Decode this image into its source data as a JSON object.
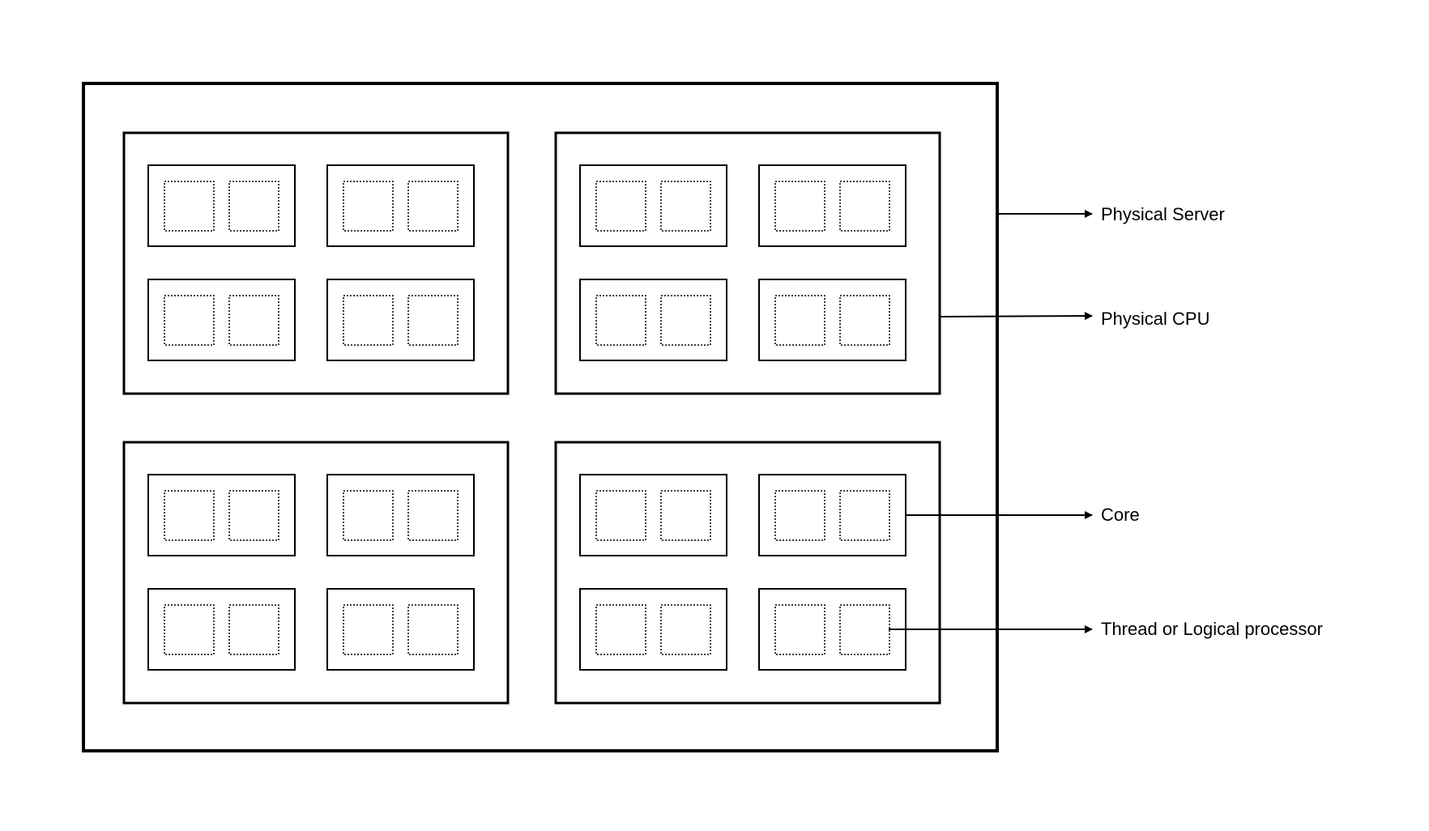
{
  "colors": {
    "background": "#ffffff",
    "stroke": "#000000"
  },
  "diagram": {
    "cpus_per_server": 4,
    "cores_per_cpu": 4,
    "threads_per_core": 2
  },
  "legend": {
    "physical_server": "Physical Server",
    "physical_cpu": "Physical CPU",
    "core": "Core",
    "thread": "Thread or Logical processor"
  }
}
